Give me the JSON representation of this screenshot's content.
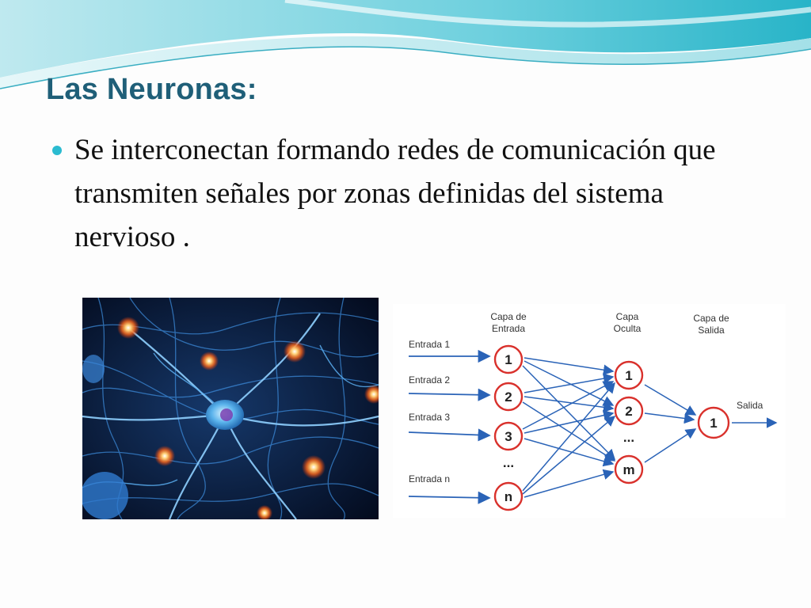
{
  "slide": {
    "title": "Las Neuronas:",
    "bullets": [
      "Se interconectan formando redes de comunicación que transmiten señales por zonas definidas del sistema nervioso ."
    ]
  },
  "network": {
    "layers": {
      "input": [
        "Capa de",
        "Entrada"
      ],
      "hidden": [
        "Capa",
        "Oculta"
      ],
      "output": [
        "Capa de",
        "Salida"
      ]
    },
    "inputs": [
      "Entrada 1",
      "Entrada 2",
      "Entrada 3",
      "Entrada n"
    ],
    "input_nodes": [
      "1",
      "2",
      "3",
      "n"
    ],
    "input_ellipsis": "...",
    "hidden_nodes": [
      "1",
      "2",
      "m"
    ],
    "hidden_ellipsis": "...",
    "output_nodes": [
      "1"
    ],
    "output_label": "Salida"
  },
  "colors": {
    "title": "#1f5f78",
    "bullet": "#2bbbd0",
    "node_stroke": "#d9312c",
    "arrow": "#2a63b7"
  }
}
